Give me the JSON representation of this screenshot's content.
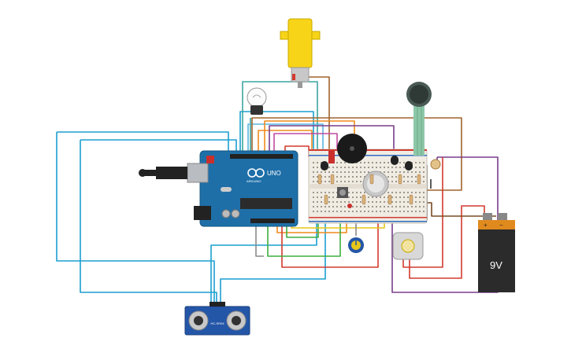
{
  "arduino": {
    "brand": "UNO",
    "model": "ARDUINO"
  },
  "battery": {
    "label": "9V",
    "plus": "+",
    "minus": "−"
  },
  "sonar": {
    "label": "HC-SR04"
  },
  "colors": {
    "arduino": "#1e6fa8",
    "motor": "#f7d417",
    "battery_top": "#e08a1e",
    "battery_body": "#2b2b2b",
    "sonar": "#2456a8",
    "wire_blue": "#1c9fd1",
    "wire_red": "#d23a2f",
    "wire_brown": "#a0642c",
    "wire_purple": "#7a3d8c",
    "wire_green": "#3fae3f",
    "wire_orange": "#f08a1c",
    "wire_yellow": "#e8c619",
    "wire_gray": "#8a8a8a",
    "wire_teal": "#3aa59f"
  },
  "components": [
    "arduino-uno",
    "breadboard",
    "dc-motor",
    "light-bulb",
    "piezo-buzzer",
    "force-sensor",
    "potentiometer",
    "ultrasonic-sensor",
    "photoresistor",
    "gas-sensor",
    "battery-9v",
    "pushbutton",
    "transistor",
    "resistor"
  ]
}
